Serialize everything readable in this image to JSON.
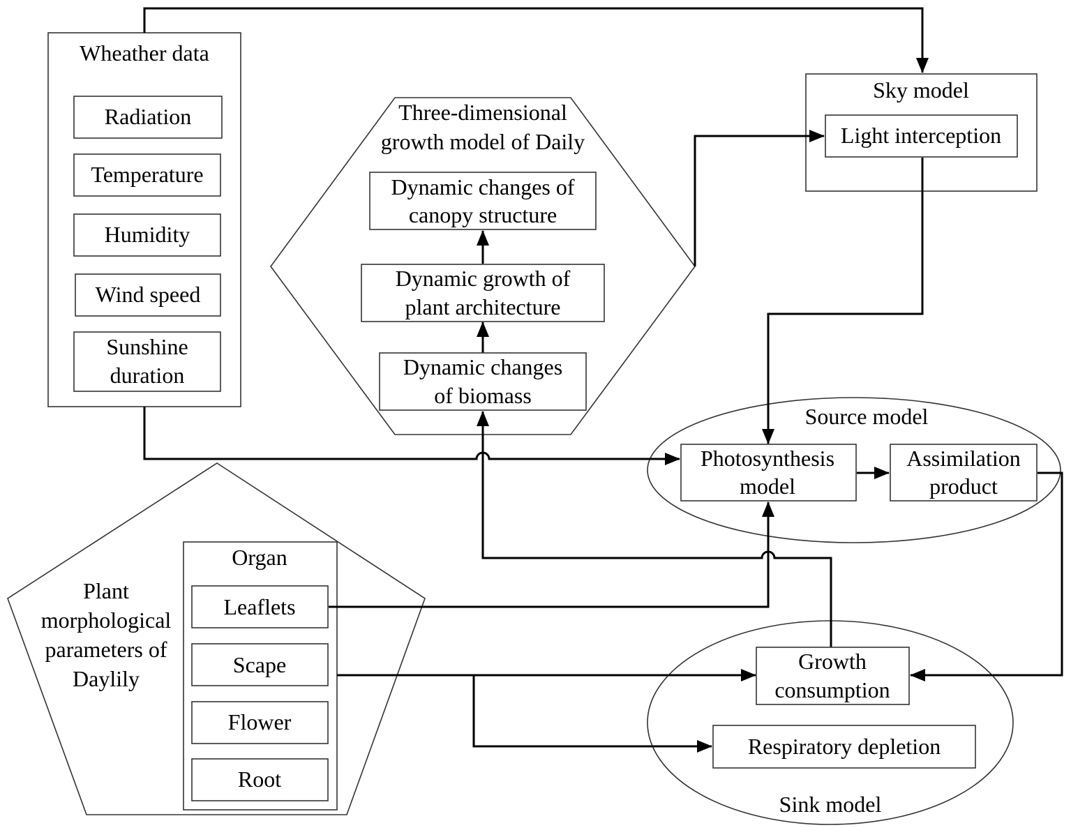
{
  "weather": {
    "title": "Wheather data",
    "items": [
      "Radiation",
      "Temperature",
      "Humidity",
      "Wind speed",
      "Sunshine",
      "duration"
    ]
  },
  "growth_model": {
    "title_line1": "Three-dimensional",
    "title_line2": "growth model of Daily",
    "canopy_line1": "Dynamic changes of",
    "canopy_line2": "canopy structure",
    "architecture_line1": "Dynamic growth of",
    "architecture_line2": "plant architecture",
    "biomass_line1": "Dynamic changes",
    "biomass_line2": "of biomass"
  },
  "sky_model": {
    "title": "Sky  model",
    "light_interception": "Light interception"
  },
  "source_model": {
    "title": "Source model",
    "photosynthesis_line1": "Photosynthesis",
    "photosynthesis_line2": "model",
    "assimilation_line1": "Assimilation",
    "assimilation_line2": "product"
  },
  "plant": {
    "label_line1": "Plant",
    "label_line2": "morphological",
    "label_line3": "parameters of",
    "label_line4": "Daylily",
    "organ_title": "Organ",
    "organs": [
      "Leaflets",
      "Scape",
      "Flower",
      "Root"
    ]
  },
  "sink_model": {
    "title": "Sink model",
    "growth_line1": "Growth",
    "growth_line2": "consumption",
    "respiratory": "Respiratory depletion"
  }
}
